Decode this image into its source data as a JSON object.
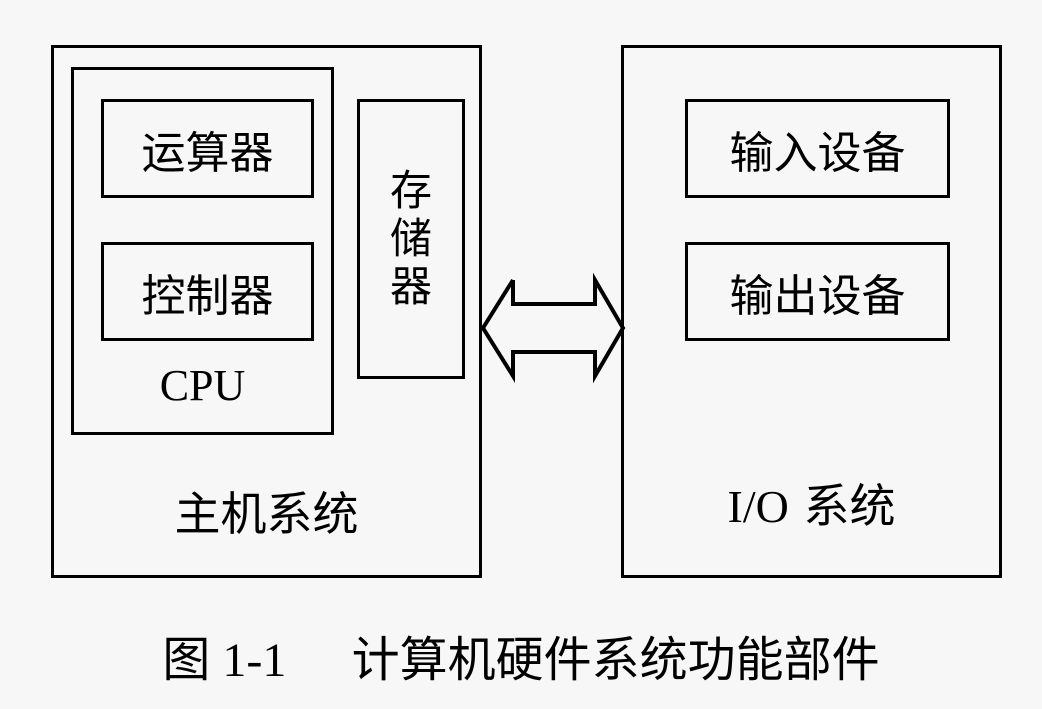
{
  "diagram": {
    "host_system": {
      "label": "主机系统",
      "cpu": {
        "label": "CPU",
        "components": [
          {
            "label": "运算器"
          },
          {
            "label": "控制器"
          }
        ]
      },
      "memory": {
        "label": "存储器"
      }
    },
    "io_system": {
      "label_prefix": "I/O",
      "label_suffix": "系统",
      "devices": [
        {
          "label": "输入设备"
        },
        {
          "label": "输出设备"
        }
      ]
    },
    "connector": {
      "type": "bidirectional-arrow",
      "between": [
        "主机系统",
        "I/O 系统"
      ]
    }
  },
  "caption": {
    "figure_number": "图 1-1",
    "title": "计算机硬件系统功能部件"
  }
}
